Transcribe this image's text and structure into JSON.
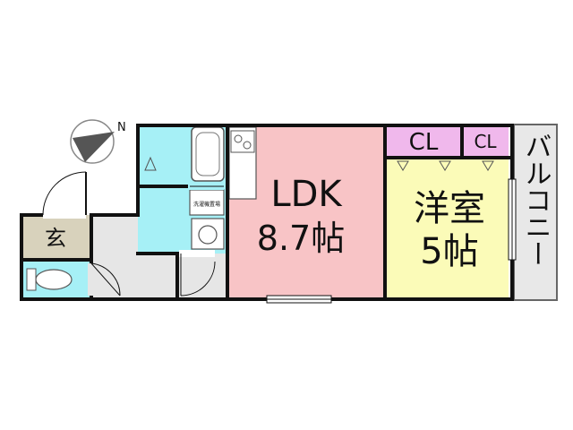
{
  "compass": {
    "north_label": "N"
  },
  "rooms": {
    "ldk": {
      "name": "LDK",
      "size": "8.7帖"
    },
    "western": {
      "name": "洋室",
      "size": "5帖"
    },
    "closet_1": {
      "label": "CL"
    },
    "closet_2": {
      "label": "CL"
    },
    "entrance": {
      "label": "玄"
    },
    "balcony": {
      "label": "バルコニー"
    },
    "washer": {
      "label": "洗濯機置場"
    }
  },
  "colors": {
    "ldk": "#f8c4c6",
    "western": "#fbfbb8",
    "closet": "#f0b8ec",
    "wet_area": "#a6f0f6",
    "entrance": "#d8d2bc",
    "corridor": "#e6e6e6",
    "balcony": "#e8e8e8",
    "wall": "#111111"
  }
}
